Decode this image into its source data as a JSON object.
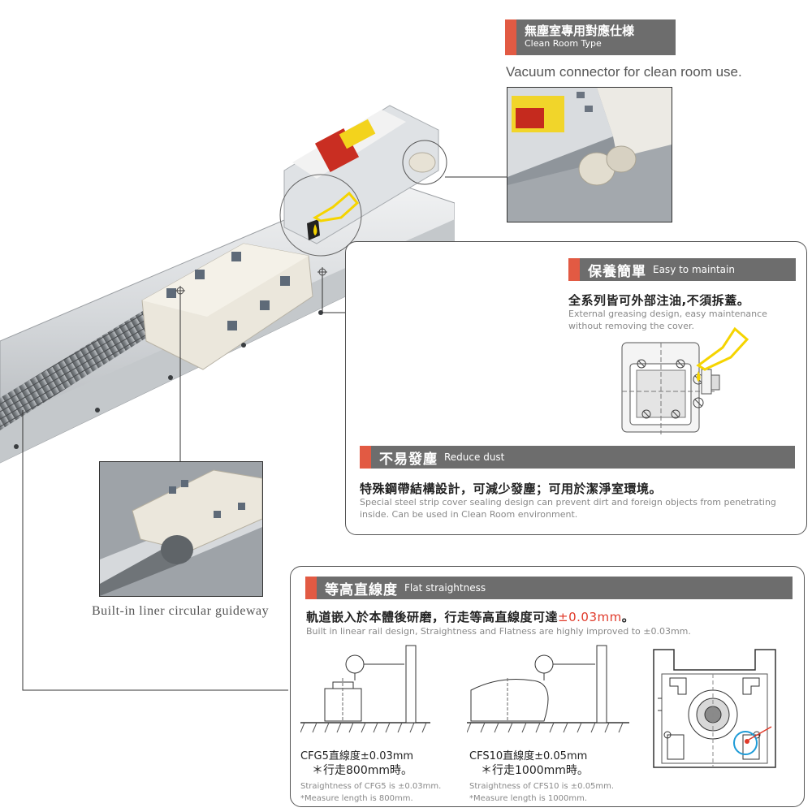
{
  "clean_room": {
    "title_zh": "無塵室專用對應仕様",
    "title_en": "Clean Room Type",
    "description": "Vacuum connector for clean room use."
  },
  "maintain": {
    "title_zh": "保養簡單",
    "title_en": "Easy to maintain",
    "line_zh": "全系列皆可外部注油,不須拆蓋。",
    "line_en_1": "External greasing design, easy maintenance",
    "line_en_2": "without removing the cover."
  },
  "dust": {
    "title_zh": "不易發塵",
    "title_en": "Reduce dust",
    "line_zh": "特殊鋼帶結構設計，可減少發塵；可用於潔淨室環境。",
    "line_en_1": "Special steel strip cover sealing design can prevent dirt and foreign objects from penetrating",
    "line_en_2": "inside. Can be used in Clean Room environment."
  },
  "guideway": {
    "caption": "Built-in liner circular guideway"
  },
  "straightness": {
    "title_zh": "等高直線度",
    "title_en": "Flat straightness",
    "line_zh_prefix": "軌道嵌入於本體後研磨，行走等高直線度可達",
    "line_zh_value": "±0.03mm",
    "line_zh_suffix": "。",
    "line_en": "Built in linear rail design, Straightness and Flatness are highly improved to ±0.03mm.",
    "cfg5": {
      "spec": "CFG5直線度±0.03mm",
      "note": "＊行走800mm時。",
      "en_1": "Straightness of CFG5 is ±0.03mm.",
      "en_2": "*Measure length is 800mm."
    },
    "cfs10": {
      "spec": "CFS10直線度±0.05mm",
      "note": "＊行走1000mm時。",
      "en_1": "Straightness of CFS10 is ±0.05mm.",
      "en_2": "*Measure length is 1000mm."
    }
  },
  "colors": {
    "accent": "#e25a43",
    "header_bg": "#6d6d6d",
    "oil_yellow": "#f5d400",
    "highlight_red": "#e03a2a"
  }
}
